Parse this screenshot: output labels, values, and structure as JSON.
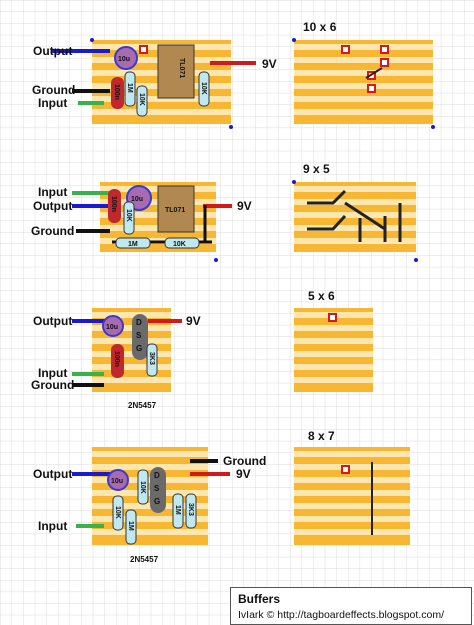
{
  "boards": [
    {
      "labels": {
        "output": "Output",
        "ground": "Ground",
        "input": "Input",
        "supply": "9V"
      },
      "components": {
        "cap_electrolytic": "10u",
        "cap_film": "100n",
        "res_1": "1M",
        "res_2": "10K",
        "res_3": "10K",
        "ic": "TL071"
      },
      "size_label": "10 x 6"
    },
    {
      "labels": {
        "input": "Input",
        "output": "Output",
        "ground": "Ground",
        "supply": "9V"
      },
      "components": {
        "cap_film": "100n",
        "cap_electrolytic": "10u",
        "res_1": "10K",
        "res_2": "1M",
        "res_3": "10K",
        "ic": "TL071"
      },
      "size_label": "9 x 5"
    },
    {
      "labels": {
        "output": "Output",
        "supply": "9V",
        "input": "Input",
        "ground": "Ground"
      },
      "components": {
        "cap_electrolytic": "10u",
        "cap_film": "100n",
        "res_1": "3K3",
        "jfet_d": "D",
        "jfet_s": "S",
        "jfet_g": "G"
      },
      "part_label": "2N5457",
      "size_label": "5 x 6"
    },
    {
      "labels": {
        "ground": "Ground",
        "supply": "9V",
        "output": "Output",
        "input": "Input"
      },
      "components": {
        "cap_electrolytic": "10u",
        "res_1": "10K",
        "res_2": "1M",
        "res_3": "10K",
        "res_4": "1M",
        "res_5": "3K3",
        "jfet_d": "D",
        "jfet_s": "S",
        "jfet_g": "G"
      },
      "part_label": "2N5457",
      "size_label": "8 x 7"
    }
  ],
  "credit": {
    "title": "Buffers",
    "line": "IvIark © http://tagboardeffects.blogspot.com/"
  },
  "colors": {
    "board_orange": "#f7b733",
    "board_light": "#fde6b0",
    "strip": "#fff6d8",
    "pad": "#fffbee",
    "wire_black": "#111111",
    "wire_red": "#d11b1b",
    "wire_green": "#37b34a",
    "wire_blue": "#1a1ad0",
    "cut": "#d61a1a",
    "resistor": "#bfe8f0",
    "cap_purple": "#a86ab0",
    "cap_blue_ring": "#3a3ac8",
    "ic_brown": "#b08850",
    "jfet_grey": "#6a6a6a"
  }
}
